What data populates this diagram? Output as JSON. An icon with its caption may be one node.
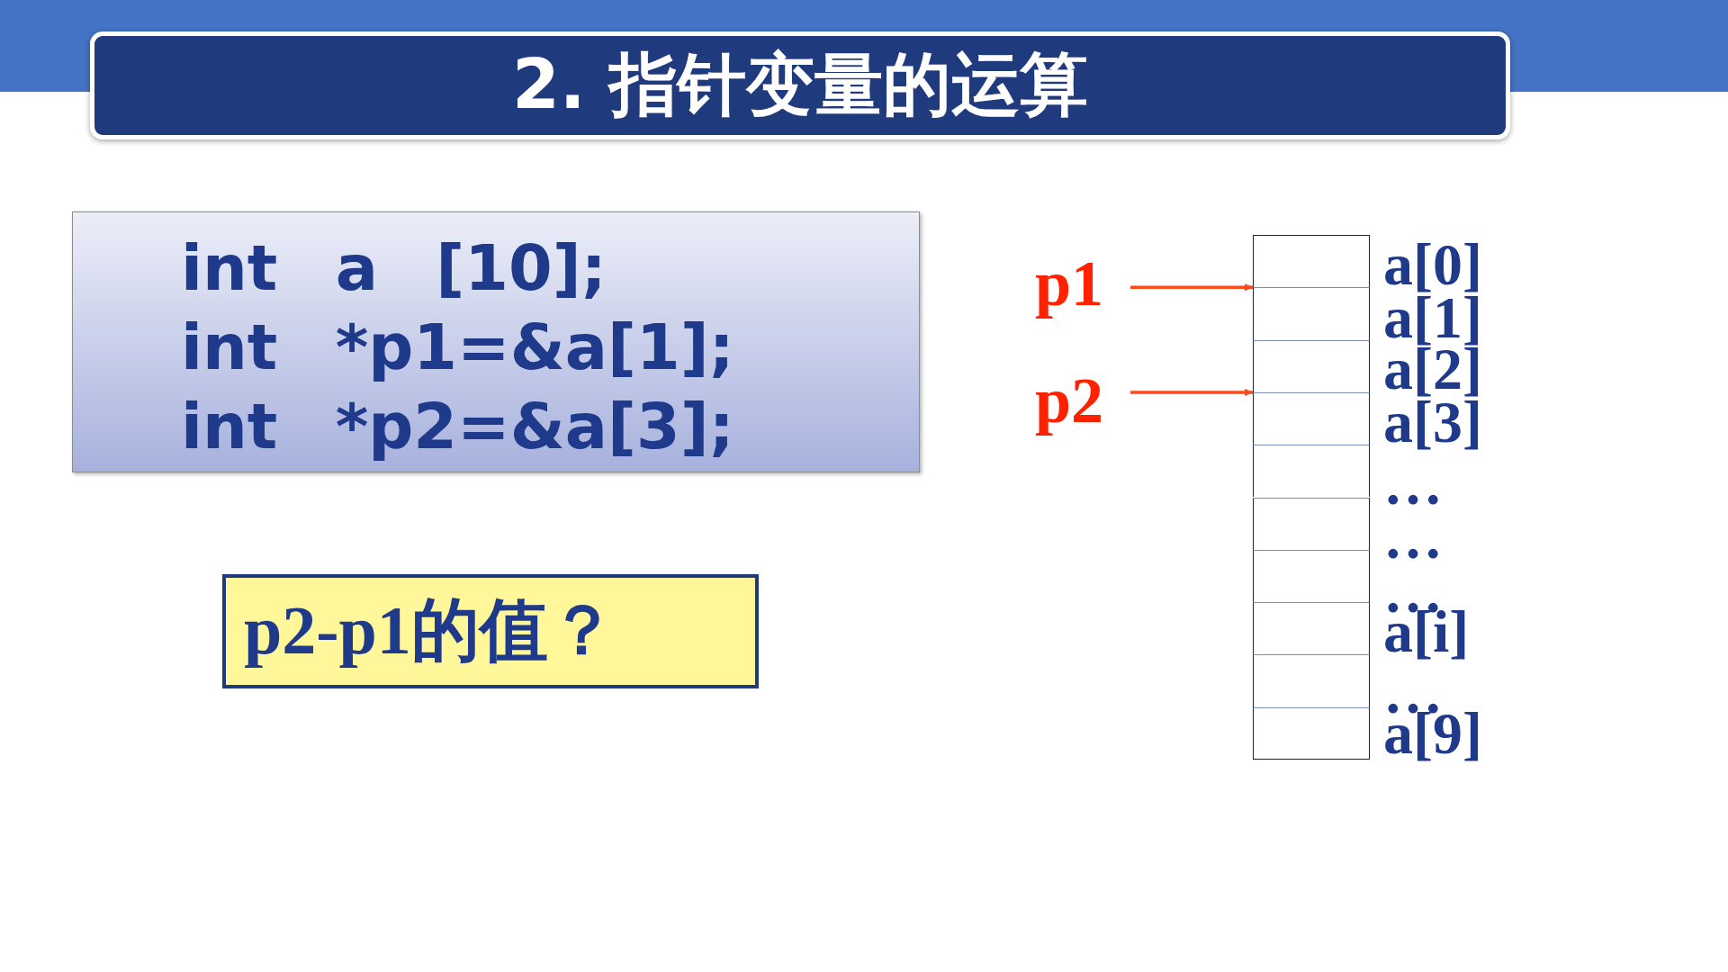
{
  "diagram": {
    "title": "2. 指针变量的运算",
    "nodes": [
      {
        "text": [
          "int a [10];",
          "int *p1=&a[1];",
          "int *p2=&a[3];"
        ]
      },
      {
        "text": [
          "p2-p1的值？"
        ]
      },
      {
        "text": [
          "p1"
        ]
      },
      {
        "text": [
          "p2"
        ]
      },
      {
        "text": [],
        "shape": "box"
      },
      {
        "text": [],
        "shape": "box"
      },
      {
        "text": [],
        "shape": "box"
      },
      {
        "text": [],
        "shape": "box"
      },
      {
        "text": [],
        "shape": "box"
      },
      {
        "text": [],
        "shape": "box"
      },
      {
        "text": [],
        "shape": "box"
      },
      {
        "text": [],
        "shape": "box"
      },
      {
        "text": [],
        "shape": "box"
      },
      {
        "text": [],
        "shape": "box"
      }
    ],
    "edges": [
      {
        "from": 2,
        "to": 5,
        "arrow": "to"
      },
      {
        "from": 3,
        "to": 7,
        "arrow": "to"
      }
    ],
    "labels": [
      "a[0]",
      "a[1]",
      "a[2]",
      "a[3]",
      "…",
      "…",
      "…",
      "a[i]",
      "…",
      "a[9]"
    ]
  }
}
